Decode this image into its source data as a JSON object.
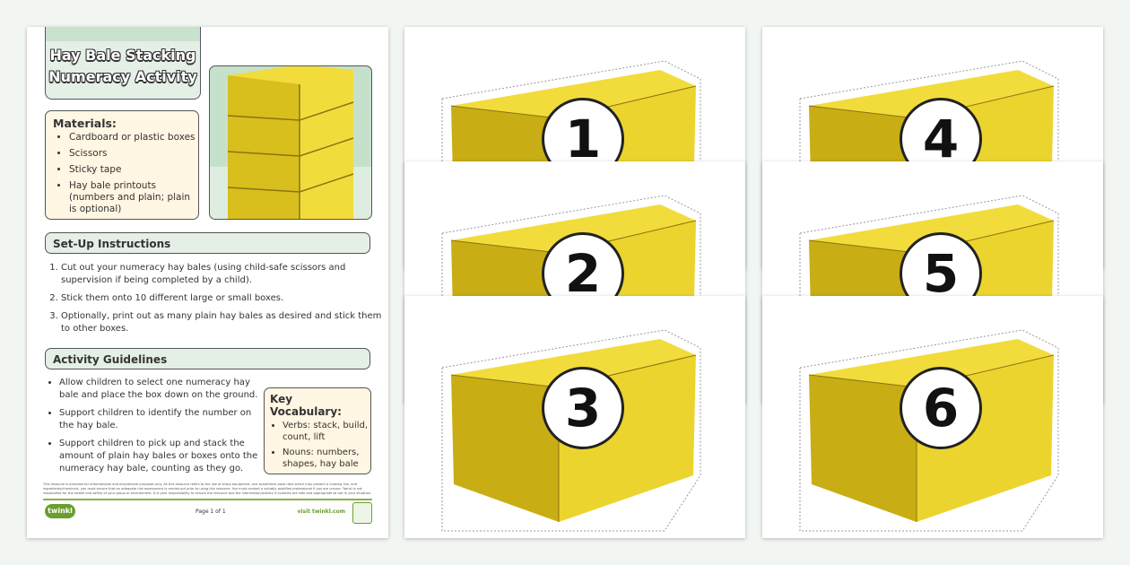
{
  "sheet": {
    "title_line1": "Hay Bale Stacking",
    "title_line2": "Numeracy Activity",
    "materials": {
      "heading": "Materials:",
      "items": [
        "Cardboard or plastic boxes",
        "Scissors",
        "Sticky tape",
        "Hay bale printouts (numbers and plain; plain is optional)"
      ]
    },
    "setup": {
      "heading": "Set-Up Instructions",
      "steps": [
        "Cut out your numeracy hay bales (using child-safe scissors and supervision if being completed by a child).",
        "Stick them onto 10 different large or small boxes.",
        "Optionally, print out as many plain hay bales as desired and stick them to other boxes."
      ]
    },
    "guidelines": {
      "heading": "Activity Guidelines",
      "items": [
        "Allow children to select one numeracy hay bale and place the box down on the ground.",
        "Support children to identify the number on the hay bale.",
        "Support children to pick up and stack the amount of plain hay bales or boxes onto the numeracy hay bale, counting as they go."
      ]
    },
    "vocab": {
      "heading": "Key Vocabulary:",
      "items": [
        "Verbs: stack, build, count, lift",
        "Nouns: numbers, shapes, hay bale"
      ]
    },
    "disclaimer": "This resource is provided for informational and educational purposes only. As this resource refers to the use of sharp equipment, and sometimes pose risks which may present a choking risk, and ingredients/chemicals, you must ensure that an adequate risk assessment is carried out prior to using this resource. You must contact a suitably qualified professional if you are unsure. Twinkl is not responsible for the health and safety of your group or environment. It is your responsibility to ensure the resource and the information/activity it contains are safe and appropriate to use in your situation.",
    "logo": "twinkl",
    "page_label": "Page 1 of 1",
    "website": "visit twinkl.com"
  },
  "cards": [
    "1",
    "2",
    "3",
    "4",
    "5",
    "6"
  ],
  "colors": {
    "accent_green": "#6a9e2e",
    "header_green": "#e4efe6",
    "cream": "#fff6e3",
    "hay_light": "#f1dc3c",
    "hay_dark": "#c9ad14"
  }
}
